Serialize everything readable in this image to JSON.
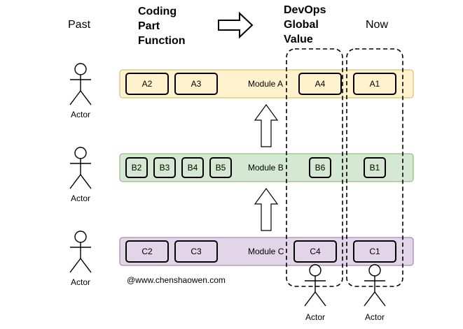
{
  "headers": {
    "past": "Past",
    "coding": [
      "Coding",
      "Part",
      "Function"
    ],
    "devops": [
      "DevOps",
      "Global",
      "Value"
    ],
    "now": "Now"
  },
  "actor_label": "Actor",
  "modules": {
    "a": {
      "label": "Module A",
      "past": [
        "A2",
        "A3"
      ],
      "devops": "A4",
      "now": "A1"
    },
    "b": {
      "label": "Module B",
      "past": [
        "B2",
        "B3",
        "B4",
        "B5"
      ],
      "devops": "B6",
      "now": "B1"
    },
    "c": {
      "label": "Module C",
      "past": [
        "C2",
        "C3"
      ],
      "devops": "C4",
      "now": "C1"
    }
  },
  "watermark": "@www.chenshaowen.com",
  "colors": {
    "module_a_fill": "#fff2cc",
    "module_a_stroke": "#d6b656",
    "module_b_fill": "#d5e8d4",
    "module_b_stroke": "#82b366",
    "module_c_fill": "#e1d5e7",
    "module_c_stroke": "#9673a6"
  }
}
